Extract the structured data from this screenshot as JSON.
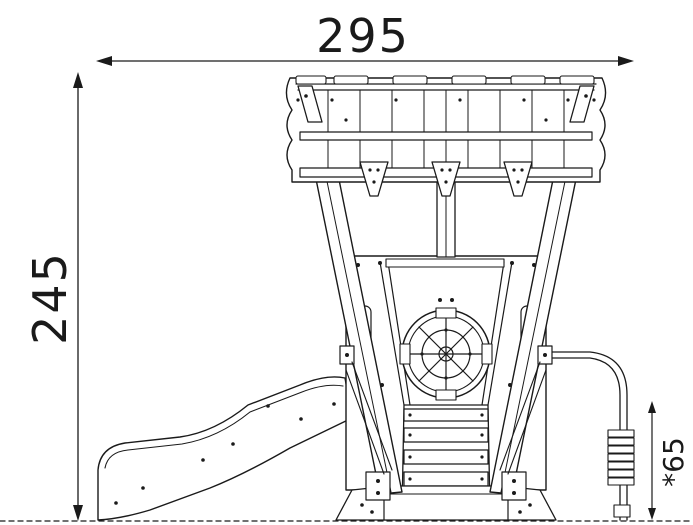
{
  "dimensions": {
    "width_label": "295",
    "height_label": "245",
    "platform_height_label": "*65"
  }
}
